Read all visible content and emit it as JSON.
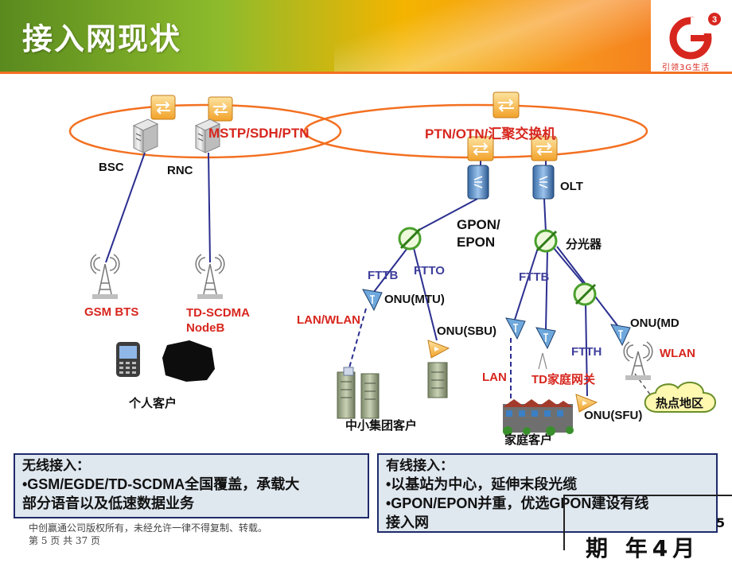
{
  "slide": {
    "title": "接入网现状",
    "logo_slogan": "引领3G生活",
    "logo_sup": "3"
  },
  "diagram": {
    "ring_left": "MSTP/SDH/PTN",
    "ring_right": "PTN/OTN/汇聚交换机",
    "bsc": "BSC",
    "rnc": "RNC",
    "olt": "OLT",
    "pon": "GPON/\nEPON",
    "pon_line1": "GPON/",
    "pon_line2": "EPON",
    "splitter": "分光器",
    "gsm_bts": "GSM BTS",
    "td_line1": "TD-SCDMA",
    "td_line2": "NodeB",
    "personal": "个人客户",
    "fttb_left": "FTTB",
    "ftto": "FTTO",
    "onu_mtu": "ONU(MTU)",
    "onu_sbu": "ONU(SBU)",
    "lan_wlan": "LAN/WLAN",
    "sme": "中小集团客户",
    "fttb_right": "FTTB",
    "ftth": "FTTH",
    "onu_md": "ONU(MD",
    "wlan": "WLAN",
    "lan": "LAN",
    "td_gateway": "TD家庭网关",
    "onu_sfu": "ONU(SFU)",
    "hotspot": "热点地区",
    "home": "家庭客户"
  },
  "wireless_box": {
    "title": "无线接入：",
    "line1": "•GSM/EGDE/TD-SCDMA全国覆盖，承载大",
    "line2": "部分语音以及低速数据业务"
  },
  "wired_box": {
    "title": "有线接入：",
    "line1": "•以基站为中心，延伸末段光缆",
    "line2": "•GPON/EPON并重，优选GPON建设有线",
    "line3": "接入网"
  },
  "footer": {
    "copyright": "中创赢通公司版权所有，未经允许一律不得复制、转载。",
    "page": "第 5 页 共 37 页",
    "frag_right": "5",
    "frag_bottom": "期  年4月"
  },
  "colors": {
    "ring": "#f37021",
    "link": "#2b2f8f",
    "accent_red": "#d7261e",
    "box_border": "#1f2a6b"
  }
}
